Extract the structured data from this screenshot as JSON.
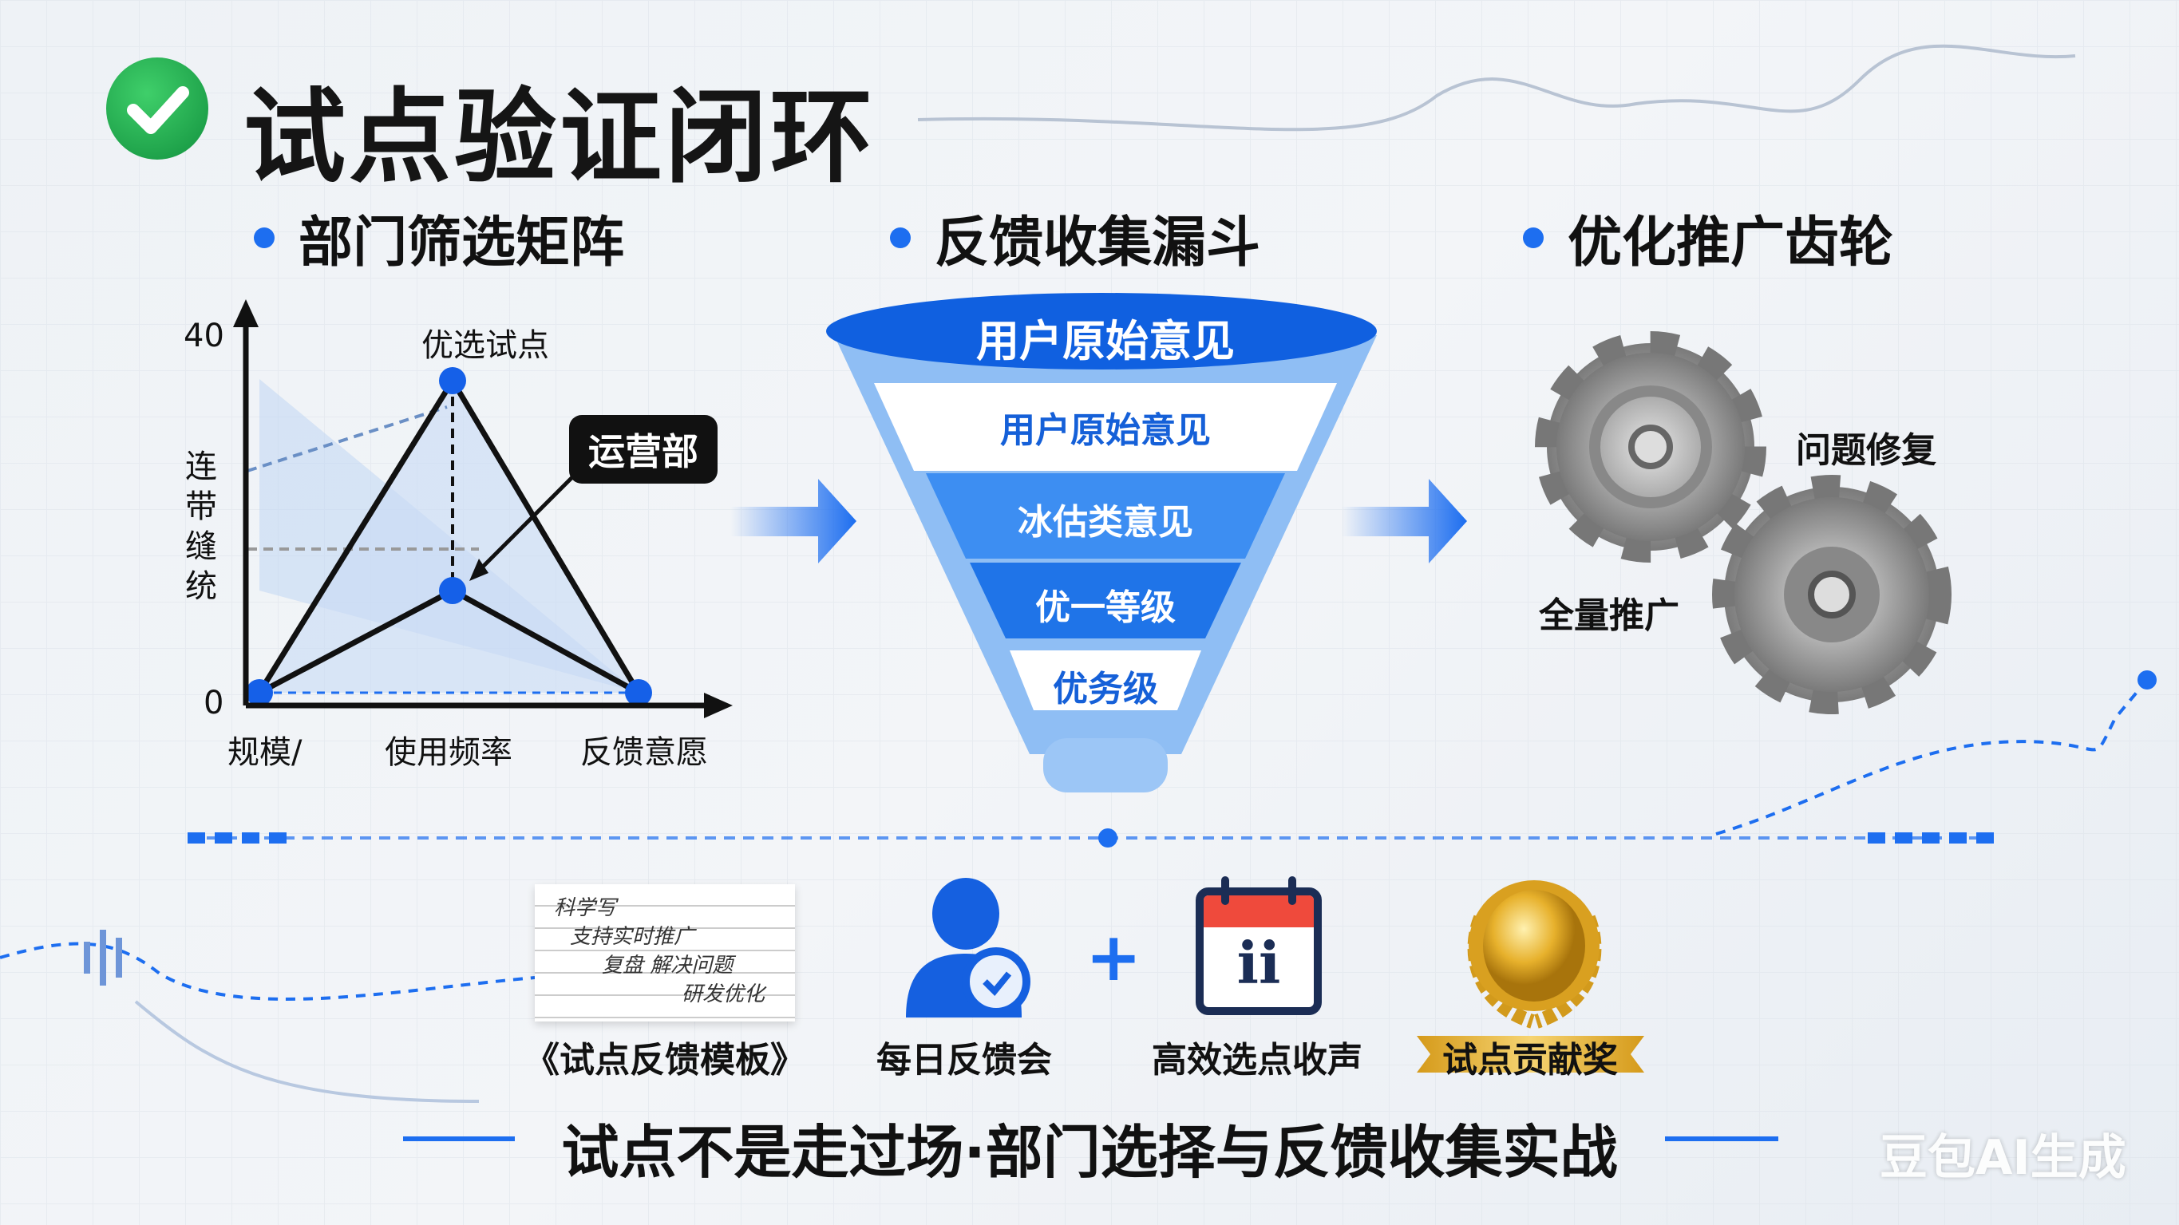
{
  "title": "试点验证闭环",
  "sections": [
    "部门筛选矩阵",
    "反馈收集漏斗",
    "优化推广齿轮"
  ],
  "matrix": {
    "y_ticks": [
      "40",
      "0"
    ],
    "y_label": "连带缝统",
    "top_label": "优选试点",
    "callout": "运营部",
    "x_labels": [
      "规模/",
      "使用频率",
      "反馈意愿"
    ]
  },
  "funnel": {
    "levels": [
      "用户原始意见",
      "用户原始意见",
      "冰估类意见",
      "优一等级",
      "优务级"
    ]
  },
  "gears": {
    "labels": [
      "问题修复",
      "全量推广"
    ]
  },
  "bottom": {
    "items": [
      "《试点反馈模板》",
      "每日反馈会",
      "高效选点收声",
      "试点贡献奖"
    ],
    "plus": "+",
    "calendar_text": "ii",
    "note_lines": [
      "科学写",
      "支持实时推广",
      "复盘 解决问题",
      "研发优化"
    ]
  },
  "tagline": "试点不是走过场·部门选择与反馈收集实战",
  "watermark": "豆包AI生成",
  "colors": {
    "accent": "#1d6ef0",
    "check": "#1aa34a",
    "calendar_red": "#ef4a3c",
    "gold": "#e7b12c"
  }
}
